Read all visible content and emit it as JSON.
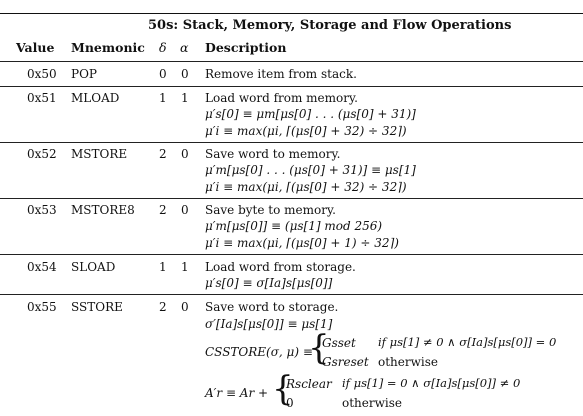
{
  "table": {
    "title": "50s: Stack, Memory, Storage and Flow Operations",
    "headers": {
      "value": "Value",
      "mnemonic": "Mnemonic",
      "delta": "δ",
      "alpha": "α",
      "description": "Description"
    },
    "rows": [
      {
        "value": "0x50",
        "mnemonic": "POP",
        "delta": "0",
        "alpha": "0",
        "description": "Remove item from stack.",
        "formulas": []
      },
      {
        "value": "0x51",
        "mnemonic": "MLOAD",
        "delta": "1",
        "alpha": "1",
        "description": "Load word from memory.",
        "formulas": [
          "μ′s[0] ≡ μm[μs[0] . . . (μs[0] + 31)]",
          "μ′i ≡ max(μi, ⌈(μs[0] + 32) ÷ 32⌉)"
        ]
      },
      {
        "value": "0x52",
        "mnemonic": "MSTORE",
        "delta": "2",
        "alpha": "0",
        "description": "Save word to memory.",
        "formulas": [
          "μ′m[μs[0] . . . (μs[0] + 31)] ≡ μs[1]",
          "μ′i ≡ max(μi, ⌈(μs[0] + 32) ÷ 32⌉)"
        ]
      },
      {
        "value": "0x53",
        "mnemonic": "MSTORE8",
        "delta": "2",
        "alpha": "0",
        "description": "Save byte to memory.",
        "formulas": [
          "μ′m[μs[0]] ≡ (μs[1] mod 256)",
          "μ′i ≡ max(μi, ⌈(μs[0] + 1) ÷ 32⌉)"
        ]
      },
      {
        "value": "0x54",
        "mnemonic": "SLOAD",
        "delta": "1",
        "alpha": "1",
        "description": "Load word from storage.",
        "formulas": [
          "μ′s[0] ≡ σ[Ia]s[μs[0]]"
        ]
      },
      {
        "value": "0x55",
        "mnemonic": "SSTORE",
        "delta": "2",
        "alpha": "0",
        "description": "Save word to storage.",
        "formulas": [
          "σ′[Ia]s[μs[0]] ≡ μs[1]",
          "CSSTORE(σ, μ) ≡",
          "Gsset",
          "if   μs[1] ≠ 0 ∧ σ[Ia]s[μs[0]] = 0",
          "Gsreset",
          "otherwise",
          "A′r ≡ Ar +",
          "Rsclear",
          "if   μs[1] = 0 ∧ σ[Ia]s[μs[0]] ≠ 0",
          "0",
          "otherwise"
        ]
      }
    ]
  }
}
